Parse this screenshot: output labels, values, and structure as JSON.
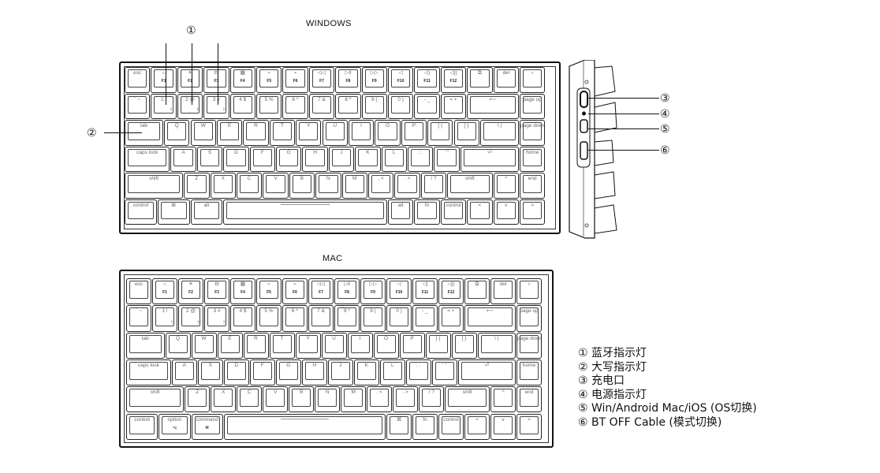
{
  "windows": {
    "title": "WINDOWS",
    "rows": [
      [
        {
          "label": "esc"
        },
        {
          "label": "☼",
          "sub": "F1"
        },
        {
          "label": "☀",
          "sub": "F2"
        },
        {
          "label": "⊟",
          "sub": "F3"
        },
        {
          "label": "▦",
          "sub": "F4"
        },
        {
          "label": "⌁",
          "sub": "F5"
        },
        {
          "label": "⌁",
          "sub": "F6"
        },
        {
          "label": "◁◁",
          "sub": "F7"
        },
        {
          "label": "▷‖",
          "sub": "F8"
        },
        {
          "label": "▷▷",
          "sub": "F9"
        },
        {
          "label": "◁",
          "sub": "F10"
        },
        {
          "label": "◁)",
          "sub": "F11"
        },
        {
          "label": "◁))",
          "sub": "F12"
        },
        {
          "label": "⧉"
        },
        {
          "label": "del"
        },
        {
          "label": "♁"
        }
      ],
      [
        {
          "label": "` ~"
        },
        {
          "label": "1 !",
          "mark": "ᛒ"
        },
        {
          "label": "2 @",
          "mark": "ᛒ"
        },
        {
          "label": "3 #",
          "mark": "ᛒ"
        },
        {
          "label": "4 $"
        },
        {
          "label": "5 %"
        },
        {
          "label": "6 ^"
        },
        {
          "label": "7 &"
        },
        {
          "label": "8 *"
        },
        {
          "label": "9 ("
        },
        {
          "label": "0 )"
        },
        {
          "label": "- _"
        },
        {
          "label": "= +"
        },
        {
          "label": "⟵"
        },
        {
          "label": "page up"
        }
      ],
      [
        {
          "label": "tab"
        },
        {
          "label": "Q"
        },
        {
          "label": "W"
        },
        {
          "label": "E"
        },
        {
          "label": "R"
        },
        {
          "label": "T"
        },
        {
          "label": "Y"
        },
        {
          "label": "U"
        },
        {
          "label": "I"
        },
        {
          "label": "O"
        },
        {
          "label": "P"
        },
        {
          "label": "[ {"
        },
        {
          "label": "] }"
        },
        {
          "label": "\\ |"
        },
        {
          "label": "page down"
        }
      ],
      [
        {
          "label": "caps lock"
        },
        {
          "label": "A"
        },
        {
          "label": "S"
        },
        {
          "label": "D"
        },
        {
          "label": "F"
        },
        {
          "label": "G"
        },
        {
          "label": "H"
        },
        {
          "label": "J"
        },
        {
          "label": "K"
        },
        {
          "label": "L"
        },
        {
          "label": "; :"
        },
        {
          "label": "' \""
        },
        {
          "label": "⏎"
        },
        {
          "label": "home"
        }
      ],
      [
        {
          "label": "shift"
        },
        {
          "label": "Z"
        },
        {
          "label": "X"
        },
        {
          "label": "C"
        },
        {
          "label": "V"
        },
        {
          "label": "B"
        },
        {
          "label": "N"
        },
        {
          "label": "M"
        },
        {
          "label": ", <"
        },
        {
          "label": ". >"
        },
        {
          "label": "/ ?"
        },
        {
          "label": "shift"
        },
        {
          "label": "^"
        },
        {
          "label": "end"
        }
      ],
      [
        {
          "label": "control"
        },
        {
          "label": "⊞"
        },
        {
          "label": "alt"
        },
        {
          "label": ""
        },
        {
          "label": "alt"
        },
        {
          "label": "fn"
        },
        {
          "label": "control"
        },
        {
          "label": "<"
        },
        {
          "label": "v"
        },
        {
          "label": ">"
        }
      ]
    ]
  },
  "mac": {
    "title": "MAC",
    "rows": [
      [
        {
          "label": "esc"
        },
        {
          "label": "☼",
          "sub": "F1"
        },
        {
          "label": "☀",
          "sub": "F2"
        },
        {
          "label": "⊟",
          "sub": "F3"
        },
        {
          "label": "▦",
          "sub": "F4"
        },
        {
          "label": "⌁",
          "sub": "F5"
        },
        {
          "label": "⌁",
          "sub": "F6"
        },
        {
          "label": "◁◁",
          "sub": "F7"
        },
        {
          "label": "▷‖",
          "sub": "F8"
        },
        {
          "label": "▷▷",
          "sub": "F9"
        },
        {
          "label": "◁",
          "sub": "F10"
        },
        {
          "label": "◁)",
          "sub": "F11"
        },
        {
          "label": "◁))",
          "sub": "F12"
        },
        {
          "label": "⧉"
        },
        {
          "label": "del"
        },
        {
          "label": "♁"
        }
      ],
      [
        {
          "label": "` ~"
        },
        {
          "label": "1 !",
          "mark": "ᛒ"
        },
        {
          "label": "2 @",
          "mark": "ᛒ"
        },
        {
          "label": "3 #",
          "mark": "ᛒ"
        },
        {
          "label": "4 $"
        },
        {
          "label": "5 %"
        },
        {
          "label": "6 ^"
        },
        {
          "label": "7 &"
        },
        {
          "label": "8 *"
        },
        {
          "label": "9 ("
        },
        {
          "label": "0 )"
        },
        {
          "label": "- _"
        },
        {
          "label": "= +"
        },
        {
          "label": "⟵"
        },
        {
          "label": "page up"
        }
      ],
      [
        {
          "label": "tab"
        },
        {
          "label": "Q"
        },
        {
          "label": "W"
        },
        {
          "label": "E"
        },
        {
          "label": "R"
        },
        {
          "label": "T"
        },
        {
          "label": "Y"
        },
        {
          "label": "U"
        },
        {
          "label": "I"
        },
        {
          "label": "O"
        },
        {
          "label": "P"
        },
        {
          "label": "[ {"
        },
        {
          "label": "] }"
        },
        {
          "label": "\\ |"
        },
        {
          "label": "page down"
        }
      ],
      [
        {
          "label": "caps lock"
        },
        {
          "label": "A"
        },
        {
          "label": "S"
        },
        {
          "label": "D"
        },
        {
          "label": "F"
        },
        {
          "label": "G"
        },
        {
          "label": "H"
        },
        {
          "label": "J"
        },
        {
          "label": "K"
        },
        {
          "label": "L"
        },
        {
          "label": "; :"
        },
        {
          "label": "' \""
        },
        {
          "label": "⏎"
        },
        {
          "label": "home"
        }
      ],
      [
        {
          "label": "shift"
        },
        {
          "label": "Z"
        },
        {
          "label": "X"
        },
        {
          "label": "C"
        },
        {
          "label": "V"
        },
        {
          "label": "B"
        },
        {
          "label": "N"
        },
        {
          "label": "M"
        },
        {
          "label": ", <"
        },
        {
          "label": ". >"
        },
        {
          "label": "/ ?"
        },
        {
          "label": "shift"
        },
        {
          "label": "^"
        },
        {
          "label": "end"
        }
      ],
      [
        {
          "label": "control"
        },
        {
          "label": "option",
          "sub": "⌥"
        },
        {
          "label": "command",
          "sub": "⌘"
        },
        {
          "label": ""
        },
        {
          "label": "⌘"
        },
        {
          "label": "fn"
        },
        {
          "label": "control"
        },
        {
          "label": "<"
        },
        {
          "label": "v"
        },
        {
          "label": ">"
        }
      ]
    ]
  },
  "callouts": {
    "c1": "①",
    "c2": "②",
    "c3": "③",
    "c4": "④",
    "c5": "⑤",
    "c6": "⑥"
  },
  "legend": [
    "① 蓝牙指示灯",
    "② 大写指示灯",
    "③ 充电口",
    "④ 电源指示灯",
    "⑤ Win/Android  Mac/iOS (OS切换)",
    "⑥ BT OFF Cable (模式切换)"
  ]
}
